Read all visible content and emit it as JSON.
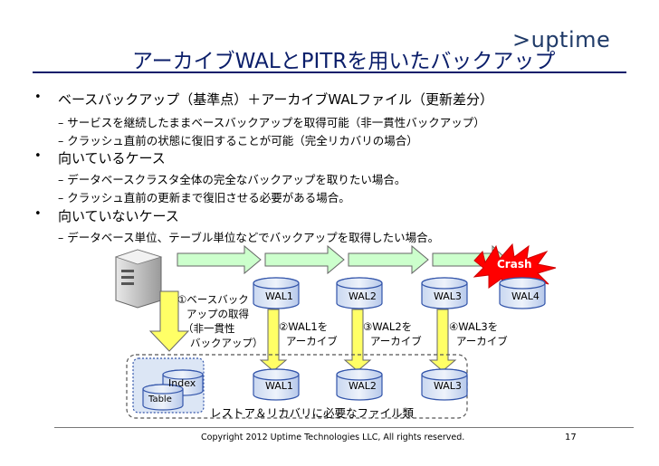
{
  "brand": {
    "logo": ">uptime"
  },
  "slide": {
    "title": "アーカイブWALとPITRを用いたバックアップ"
  },
  "bullets": [
    {
      "text": "ベースバックアップ（基準点）＋アーカイブWALファイル（更新差分）",
      "subs": [
        "サービスを継続したままベースバックアップを取得可能（非一貫性バックアップ）",
        "クラッシュ直前の状態に復旧することが可能（完全リカバリの場合）"
      ]
    },
    {
      "text": "向いているケース",
      "subs": [
        "データベースクラスタ全体の完全なバックアップを取りたい場合。",
        "クラッシュ直前の更新まで復旧させる必要がある場合。"
      ]
    },
    {
      "text": "向いていないケース",
      "subs": [
        "データベース単位、テーブル単位などでバックアップを取得したい場合。"
      ]
    }
  ],
  "diagram": {
    "crash_label": "Crash",
    "wal_top": [
      "WAL1",
      "WAL2",
      "WAL3",
      "WAL4"
    ],
    "wal_bottom": [
      "WAL1",
      "WAL2",
      "WAL3"
    ],
    "step1": [
      "①ベースバック",
      "アップの取得",
      "（非一貫性",
      "バックアップ）"
    ],
    "step2": [
      "②WAL1を",
      "アーカイブ"
    ],
    "step3": [
      "③WAL2を",
      "アーカイブ"
    ],
    "step4": [
      "④WAL3を",
      "アーカイブ"
    ],
    "index_label": "Index",
    "table_label": "Table",
    "caption": "レストア＆リカバリに必要なファイル類"
  },
  "footer": {
    "copyright": "Copyright 2012 Uptime Technologies LLC, All rights reserved.",
    "page": "17"
  },
  "colors": {
    "title": "#0b1e6a",
    "arrow_fill": "#ccffcc",
    "arrow_stroke": "#666666",
    "db_fill": "#dfe8f7",
    "db_stroke": "#3355aa",
    "crash": "#ff0000",
    "backup_fill": "#dce6f5"
  }
}
